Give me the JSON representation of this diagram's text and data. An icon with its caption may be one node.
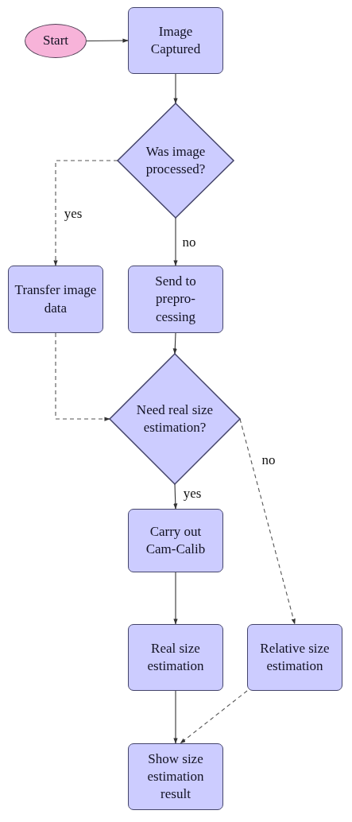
{
  "diagram": {
    "nodes": [
      {
        "text": [
          "Start"
        ]
      },
      {
        "text": [
          "Image Captured"
        ]
      },
      {
        "text": [
          "Was image processed?"
        ]
      },
      {
        "text": [
          "Transfer image data"
        ]
      },
      {
        "text": [
          "Send to prepro- cessing"
        ]
      },
      {
        "text": [
          "Need real size estimation?"
        ]
      },
      {
        "text": [
          "Carry out Cam-Calib"
        ]
      },
      {
        "text": [
          "Real size estimation"
        ]
      },
      {
        "text": [
          "Relative size estimation"
        ]
      },
      {
        "text": [
          "Show size estimation result"
        ]
      }
    ],
    "edges": [
      {
        "from": 0,
        "to": 1,
        "arrow": "to"
      },
      {
        "from": 1,
        "to": 2,
        "arrow": "to"
      },
      {
        "from": 2,
        "to": 3,
        "arrow": "to",
        "label": "yes",
        "style": "dashed"
      },
      {
        "from": 2,
        "to": 4,
        "arrow": "to",
        "label": "no"
      },
      {
        "from": 3,
        "to": 5,
        "arrow": "to",
        "style": "dashed"
      },
      {
        "from": 4,
        "to": 5,
        "arrow": "to"
      },
      {
        "from": 5,
        "to": 6,
        "arrow": "to",
        "label": "yes"
      },
      {
        "from": 5,
        "to": 8,
        "arrow": "to",
        "label": "no",
        "style": "dashed"
      },
      {
        "from": 6,
        "to": 7,
        "arrow": "to"
      },
      {
        "from": 7,
        "to": 9,
        "arrow": "to"
      },
      {
        "from": 8,
        "to": 9,
        "arrow": "to",
        "style": "dashed"
      }
    ]
  }
}
